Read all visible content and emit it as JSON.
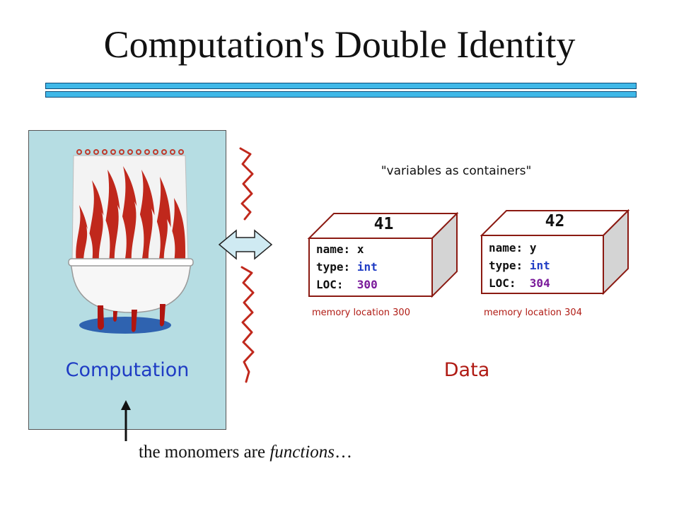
{
  "title": "Computation's Double Identity",
  "quote": "\"variables as containers\"",
  "labels": {
    "computation": "Computation",
    "data": "Data"
  },
  "boxes": [
    {
      "value": "41",
      "name_key": "name:",
      "name_val": "x",
      "type_key": "type:",
      "type_val": "int",
      "loc_key": "LOC:",
      "loc_val": "300",
      "memory_label": "memory location 300"
    },
    {
      "value": "42",
      "name_key": "name:",
      "name_val": "y",
      "type_key": "type:",
      "type_val": "int",
      "loc_key": "LOC:",
      "loc_val": "304",
      "memory_label": "memory location 304"
    }
  ],
  "caption": {
    "prefix": "the monomers are ",
    "emphasis": "functions",
    "suffix": "…"
  },
  "colors": {
    "panel": "#b6dde3",
    "computation_text": "#1f3cc4",
    "data_text": "#b01b14",
    "box_stroke": "#8b1a12",
    "box_side": "#d4d4d4",
    "rule": "#3fb8e8",
    "arrow_fill": "#cfeaf2"
  },
  "icons": {
    "illustration": "flame-shower-curtain-bathtub",
    "exchange": "double-headed-arrow-icon",
    "pointer": "up-arrow-icon"
  }
}
